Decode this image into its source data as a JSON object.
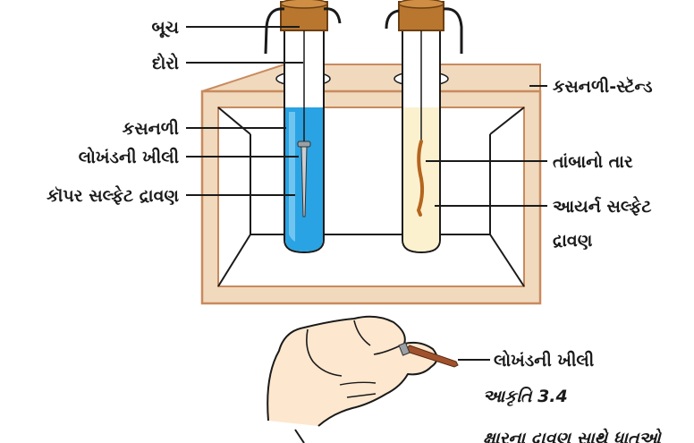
{
  "labels": {
    "stopper": "બૂચ",
    "thread": "દોરો",
    "test_tube": "કસનળી",
    "iron_nail_in_tube": "લોખંડની ખીલી",
    "copper_sulphate_solution": "કૉપર સલ્ફેટ દ્રાવણ",
    "test_tube_stand": "કસનળી-સ્ટૅન્ડ",
    "copper_wire": "તાંબાનો તાર",
    "iron_sulphate_solution_line1": "આયર્ન સલ્ફેટ",
    "iron_sulphate_solution_line2": "દ્રાવણ",
    "iron_nail_in_hand": "લોખંડની ખીલી"
  },
  "caption": {
    "figure_number": "આકૃતિ 3.4",
    "partial_text": "ક્ષારના દ્રાવણ સાથે ધાતુઓ"
  },
  "colors": {
    "stand_wood": "#f0d9bd",
    "stand_outline": "#c98a5e",
    "cork": "#b8762f",
    "blue_solution": "#29a3e3",
    "pale_solution": "#fbf1cf",
    "copper_wire": "#b5651d",
    "nail": "#9aa0a6",
    "hand_fill": "#fde7cf"
  }
}
